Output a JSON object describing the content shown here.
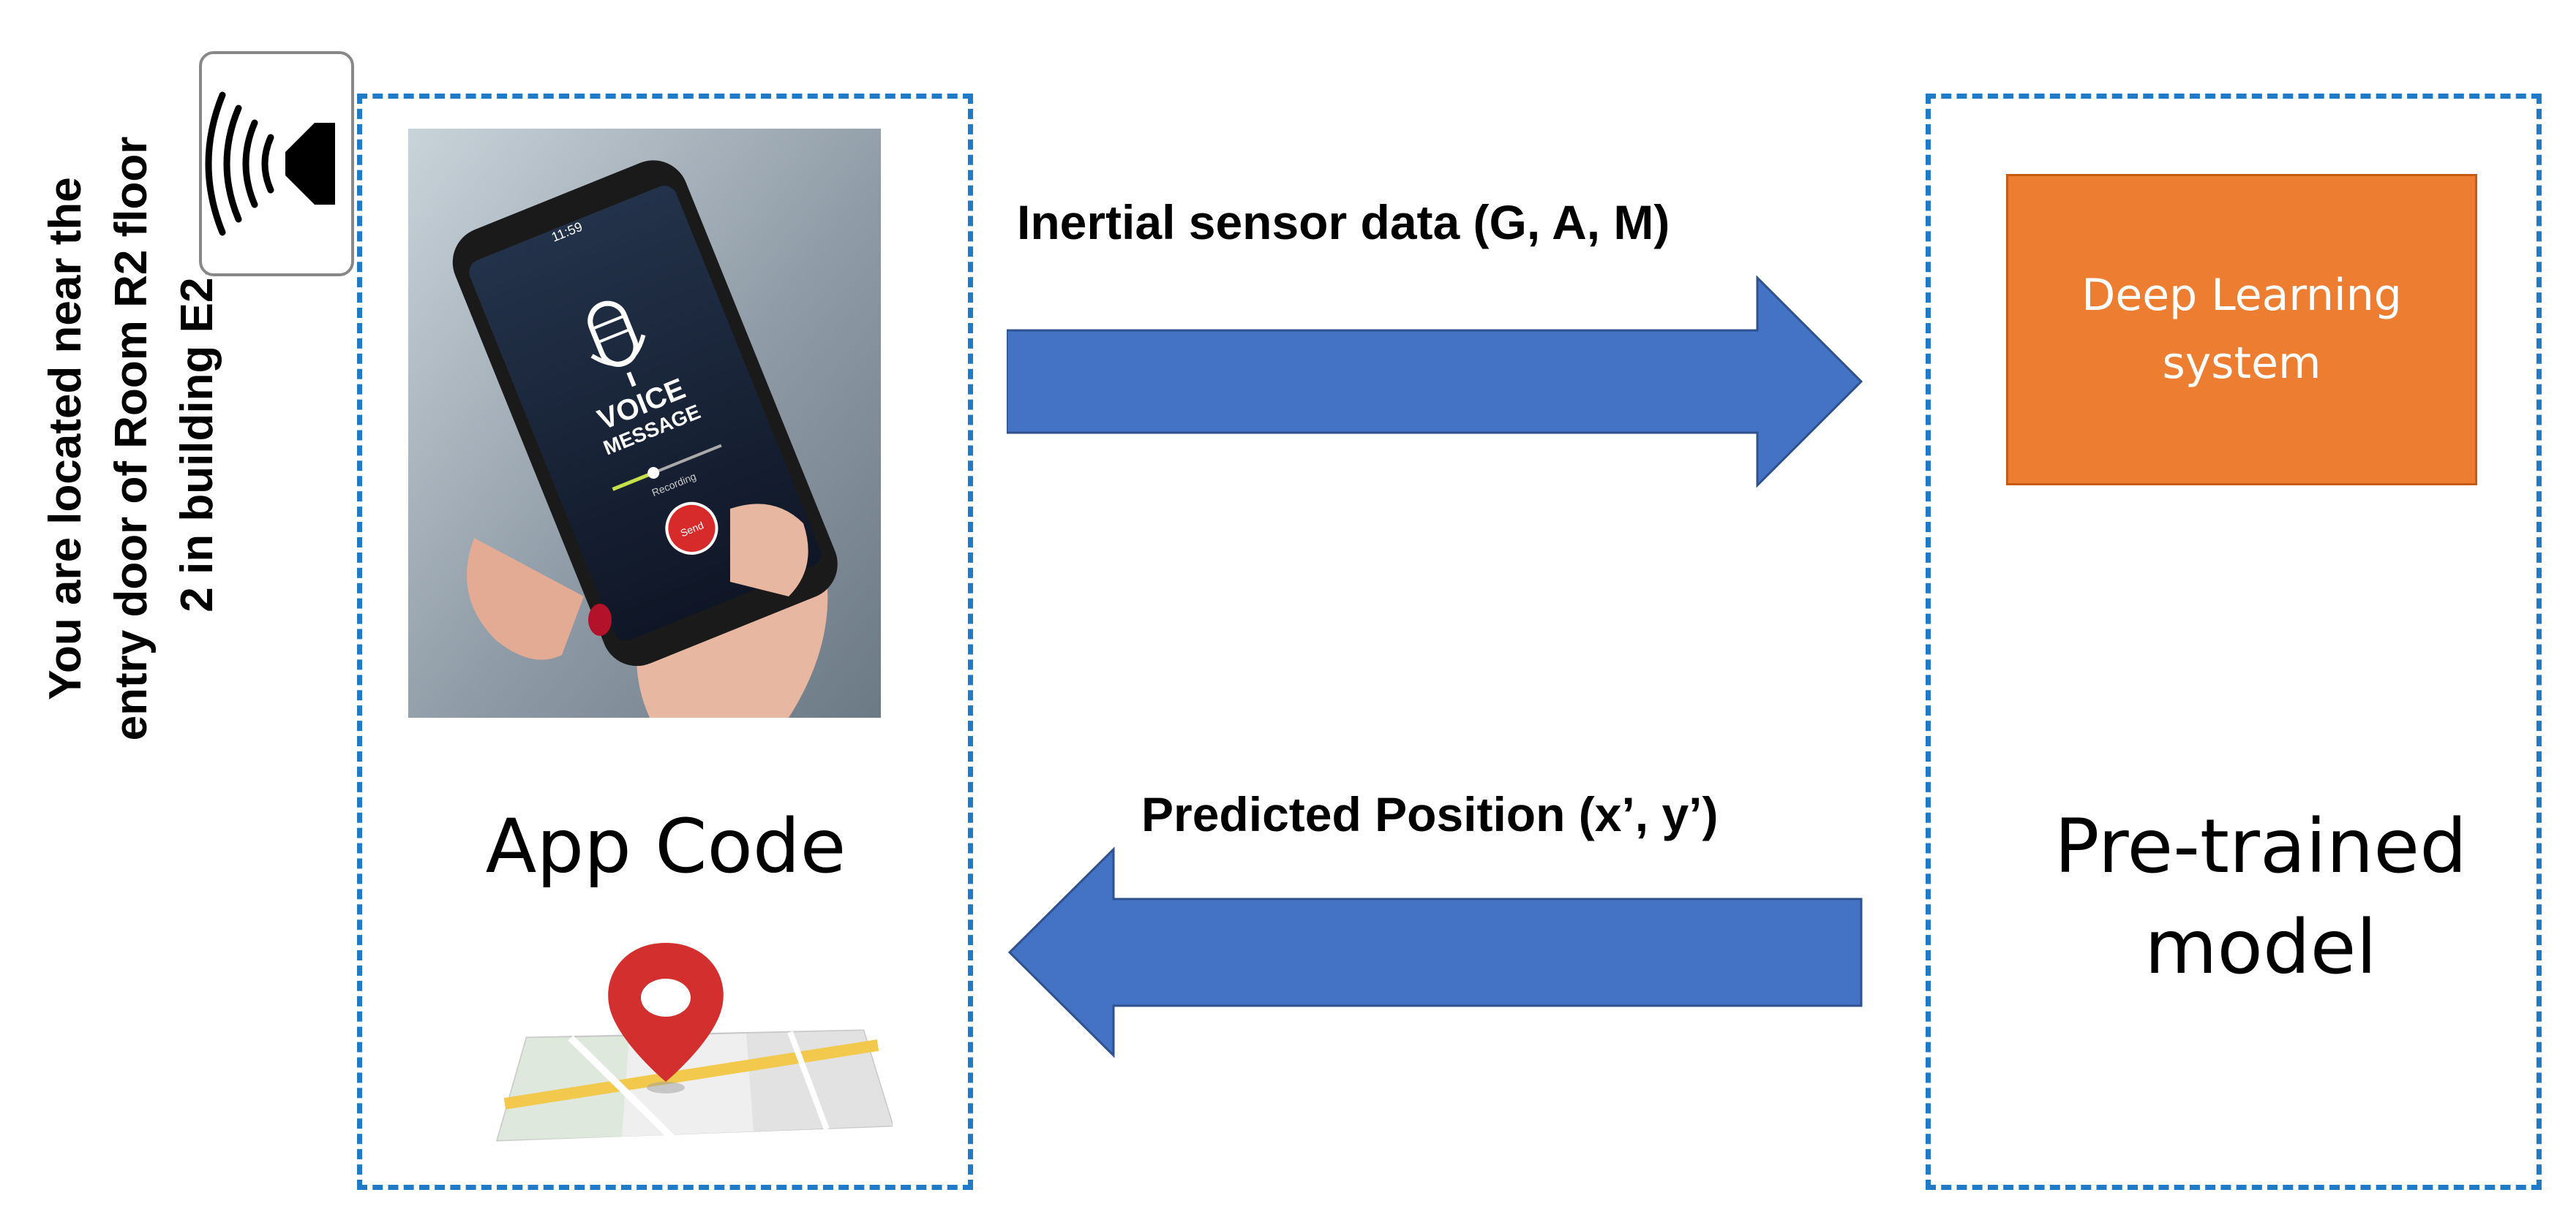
{
  "announcement": {
    "lines": [
      "You are located near the",
      "entry door of Room R2 floor",
      "2 in building E2."
    ],
    "icon": "speaker-icon"
  },
  "app_box": {
    "label": "App Code",
    "phone_image": {
      "icon": "voice-message-phone-image",
      "screen_text_1": "VOICE",
      "screen_text_2": "MESSAGE",
      "screen_time": "11:59",
      "screen_status": "Recording",
      "record_button_text": "Send"
    },
    "map_icon": "map-pin-icon"
  },
  "model_box": {
    "label_line1": "Pre-trained",
    "label_line2": "model",
    "inner_box": {
      "line1": "Deep Learning",
      "line2": "system"
    }
  },
  "arrows": {
    "top_label": "Inertial sensor data (G, A, M)",
    "bottom_label": "Predicted Position (x’, y’)"
  },
  "colors": {
    "dashed_border": "#1f7bc8",
    "arrow_fill": "#4472c4",
    "dl_box_fill": "#ed7d31",
    "pin_red": "#d32f2f"
  }
}
